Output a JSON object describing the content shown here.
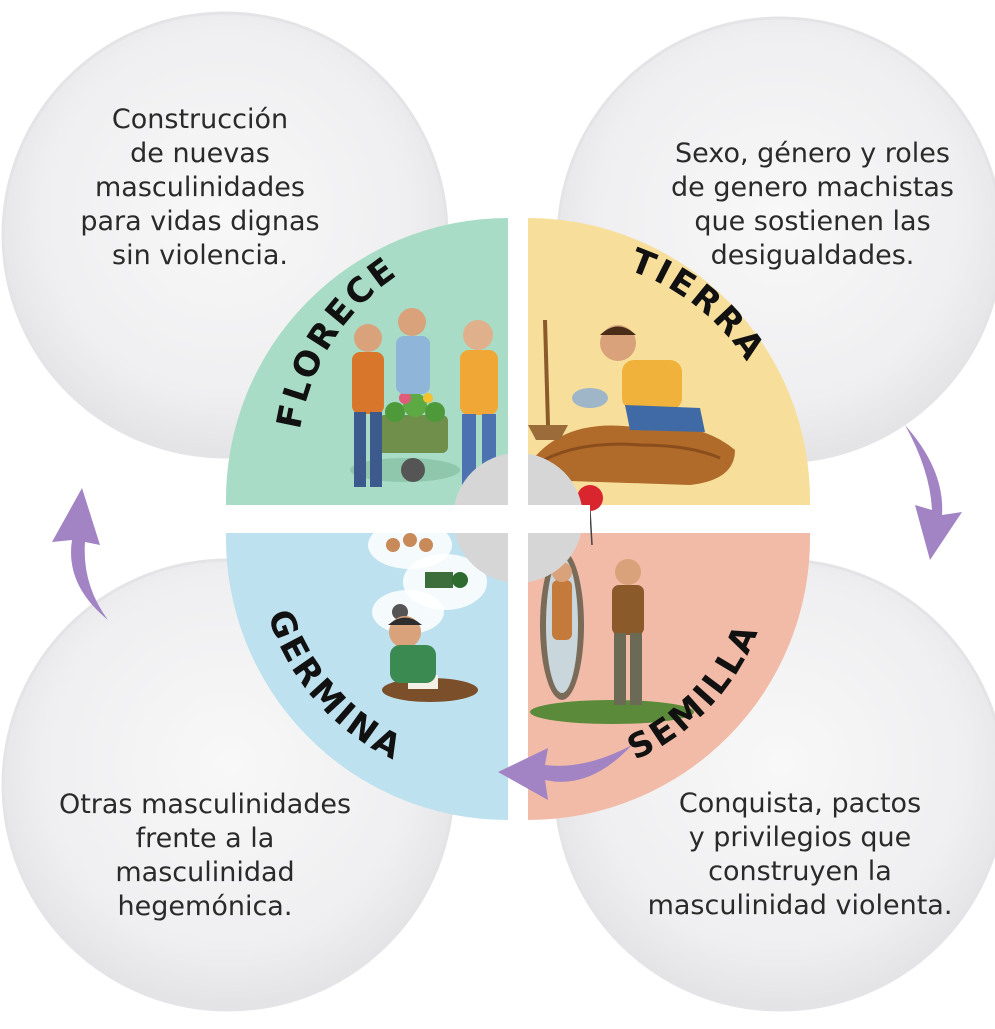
{
  "quadrants": [
    {
      "id": "florece",
      "label": "FLORECE",
      "color": "#a8dcc6"
    },
    {
      "id": "tierra",
      "label": "TIERRA",
      "color": "#f7df9b"
    },
    {
      "id": "semilla",
      "label": "SEMILLA",
      "color": "#f2bba7"
    },
    {
      "id": "germina",
      "label": "GERMINA",
      "color": "#bde1ef"
    }
  ],
  "bubbles": {
    "top_left": "Construcción\nde nuevas\nmasculinidades\npara vidas dignas\nsin violencia.",
    "top_right": "Sexo, género y roles\nde genero machistas\nque sostienen las\ndesigualdades.",
    "bottom_right": "Conquista, pactos\ny privilegios que\nconstruyen la\nmasculinidad violenta.",
    "bottom_left": "Otras masculinidades\nfrente a la\nmasculinidad\nhegemónica."
  },
  "arrow_color": "#a283c4",
  "center_color": "#d6d6d6"
}
